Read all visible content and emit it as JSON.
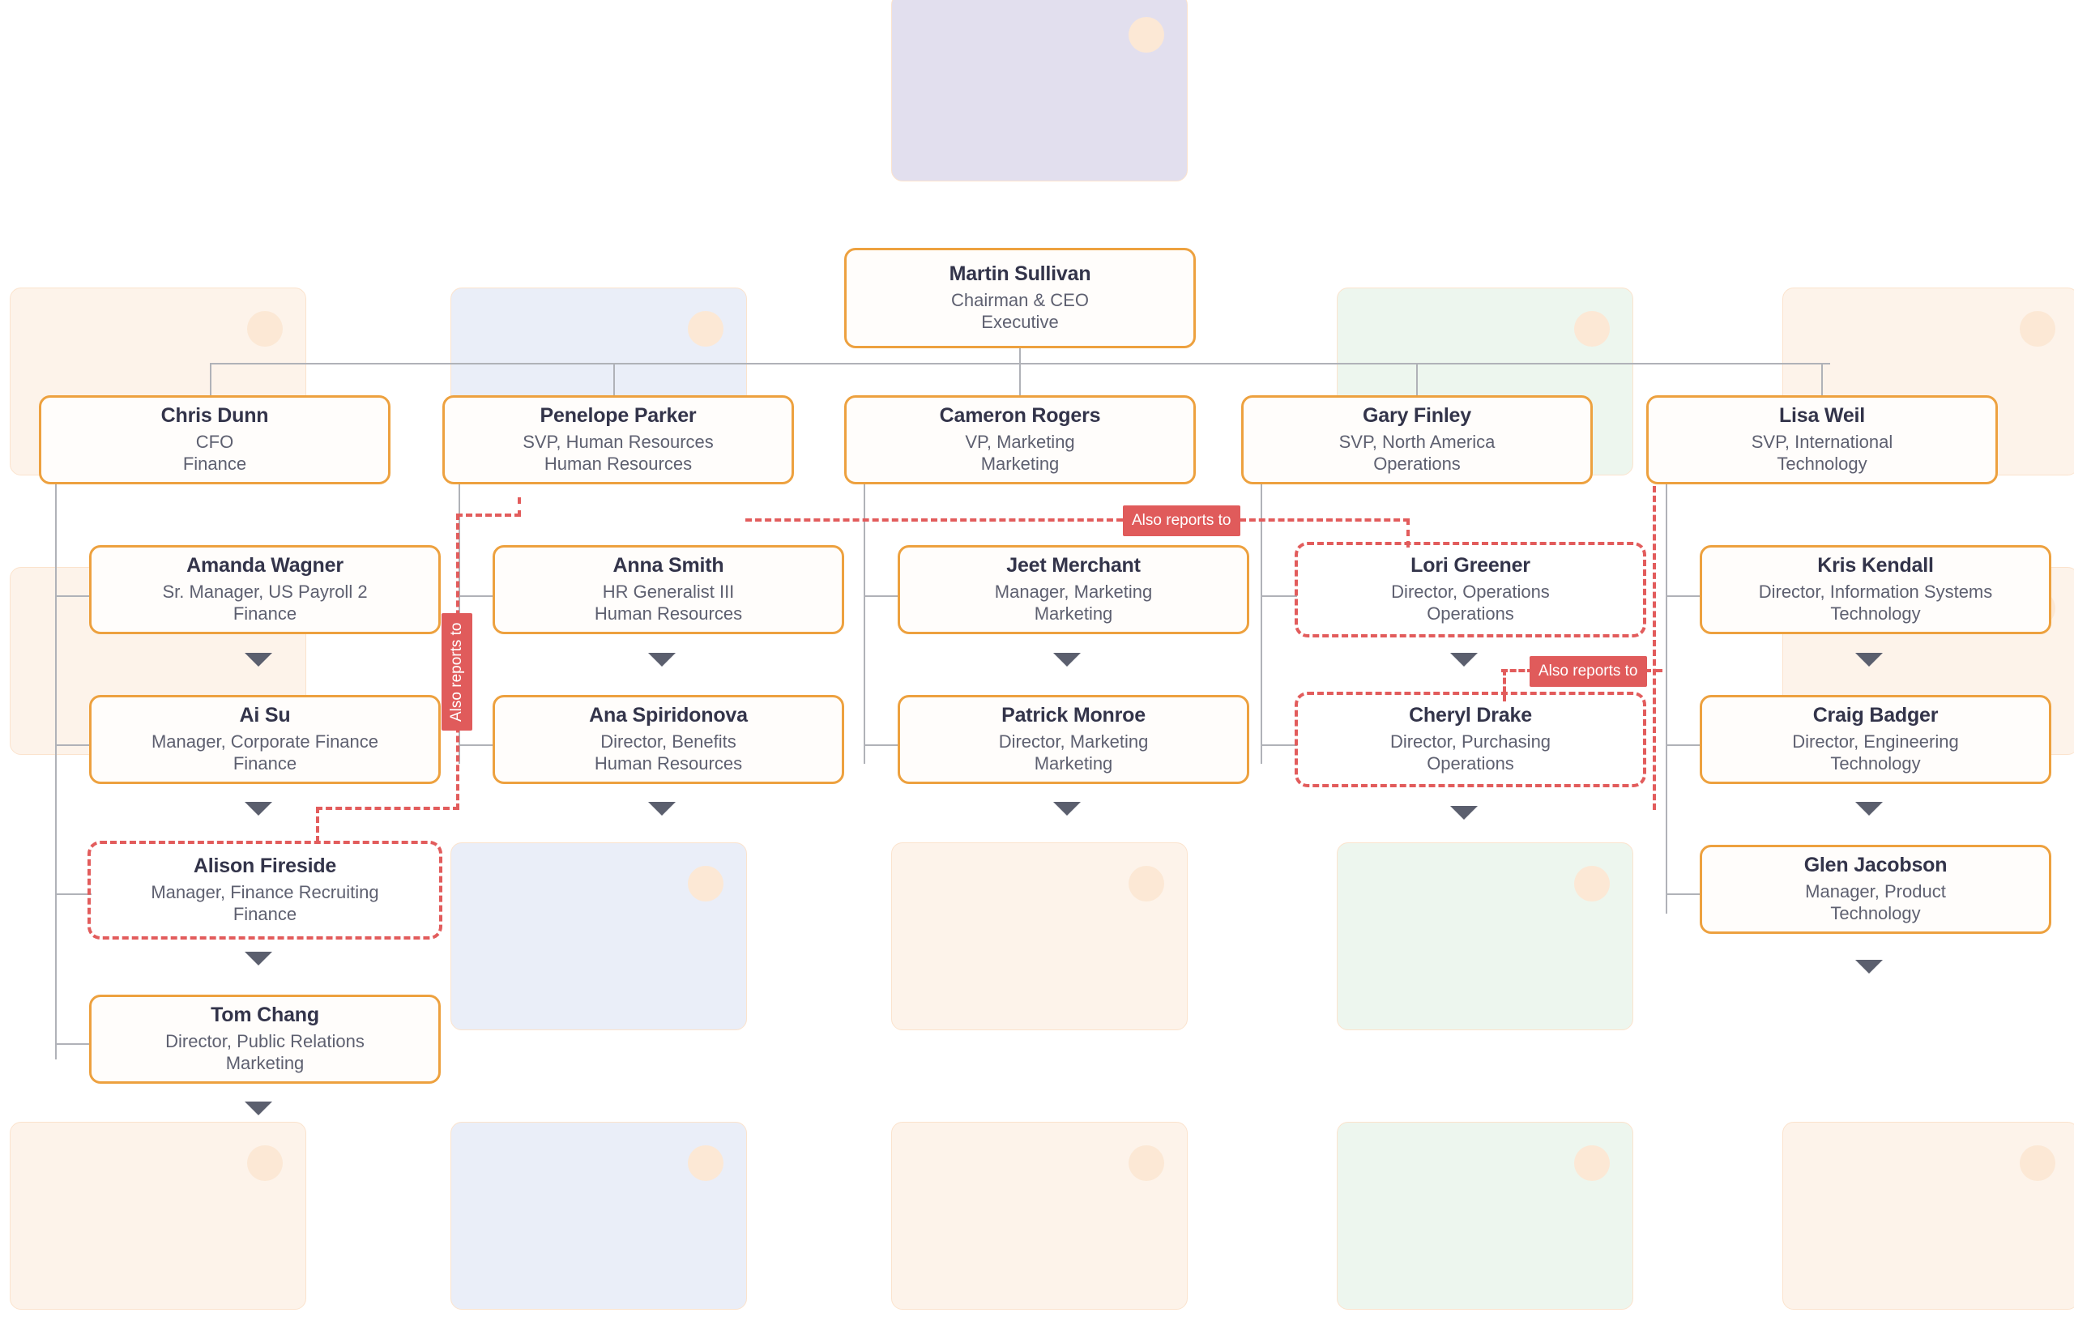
{
  "diagram": {
    "title": "Organizational Chart",
    "relation_label": "Also reports to",
    "colors": {
      "node_border": "#eda13f",
      "node_bg": "#fffdfb",
      "dashed_relation": "#e25c5c",
      "connector_line": "#b0b2b8",
      "caret": "#5b5f6e",
      "name_text": "#33344a",
      "meta_text": "#5e6070",
      "ghost_peach": "#fdf3ea",
      "ghost_blue": "#eaeef8",
      "ghost_green": "#edf6ee",
      "ghost_lilac": "#e2dfee",
      "ghost_border": "#fbe3cd",
      "ghost_dot": "#fce8d5"
    }
  },
  "nodes": {
    "sullivan": {
      "name": "Martin Sullivan",
      "title": "Chairman & CEO",
      "dept": "Executive"
    },
    "dunn": {
      "name": "Chris Dunn",
      "title": "CFO",
      "dept": "Finance"
    },
    "parker": {
      "name": "Penelope Parker",
      "title": "SVP, Human Resources",
      "dept": "Human Resources"
    },
    "rogers": {
      "name": "Cameron Rogers",
      "title": "VP, Marketing",
      "dept": "Marketing"
    },
    "finley": {
      "name": "Gary Finley",
      "title": "SVP, North America",
      "dept": "Operations"
    },
    "weil": {
      "name": "Lisa Weil",
      "title": "SVP, International",
      "dept": "Technology"
    },
    "wagner": {
      "name": "Amanda Wagner",
      "title": "Sr. Manager, US Payroll 2",
      "dept": "Finance"
    },
    "smith": {
      "name": "Anna Smith",
      "title": "HR Generalist III",
      "dept": "Human Resources"
    },
    "merchant": {
      "name": "Jeet Merchant",
      "title": "Manager, Marketing",
      "dept": "Marketing"
    },
    "greener": {
      "name": "Lori Greener",
      "title": "Director, Operations",
      "dept": "Operations"
    },
    "kendall": {
      "name": "Kris Kendall",
      "title": "Director, Information Systems",
      "dept": "Technology"
    },
    "su": {
      "name": "Ai Su",
      "title": "Manager, Corporate Finance",
      "dept": "Finance"
    },
    "spiridonova": {
      "name": "Ana Spiridonova",
      "title": "Director, Benefits",
      "dept": "Human Resources"
    },
    "monroe": {
      "name": "Patrick Monroe",
      "title": "Director, Marketing",
      "dept": "Marketing"
    },
    "drake": {
      "name": "Cheryl Drake",
      "title": "Director, Purchasing",
      "dept": "Operations"
    },
    "badger": {
      "name": "Craig Badger",
      "title": "Director, Engineering",
      "dept": "Technology"
    },
    "fireside": {
      "name": "Alison Fireside",
      "title": "Manager, Finance Recruiting",
      "dept": "Finance"
    },
    "jacobson": {
      "name": "Glen Jacobson",
      "title": "Manager, Product",
      "dept": "Technology"
    },
    "chang": {
      "name": "Tom Chang",
      "title": "Director, Public Relations",
      "dept": "Marketing"
    }
  },
  "relation_chips": {
    "top_center": "Also reports to",
    "right_mid": "Also reports to",
    "left_vertical": "Also reports to"
  }
}
